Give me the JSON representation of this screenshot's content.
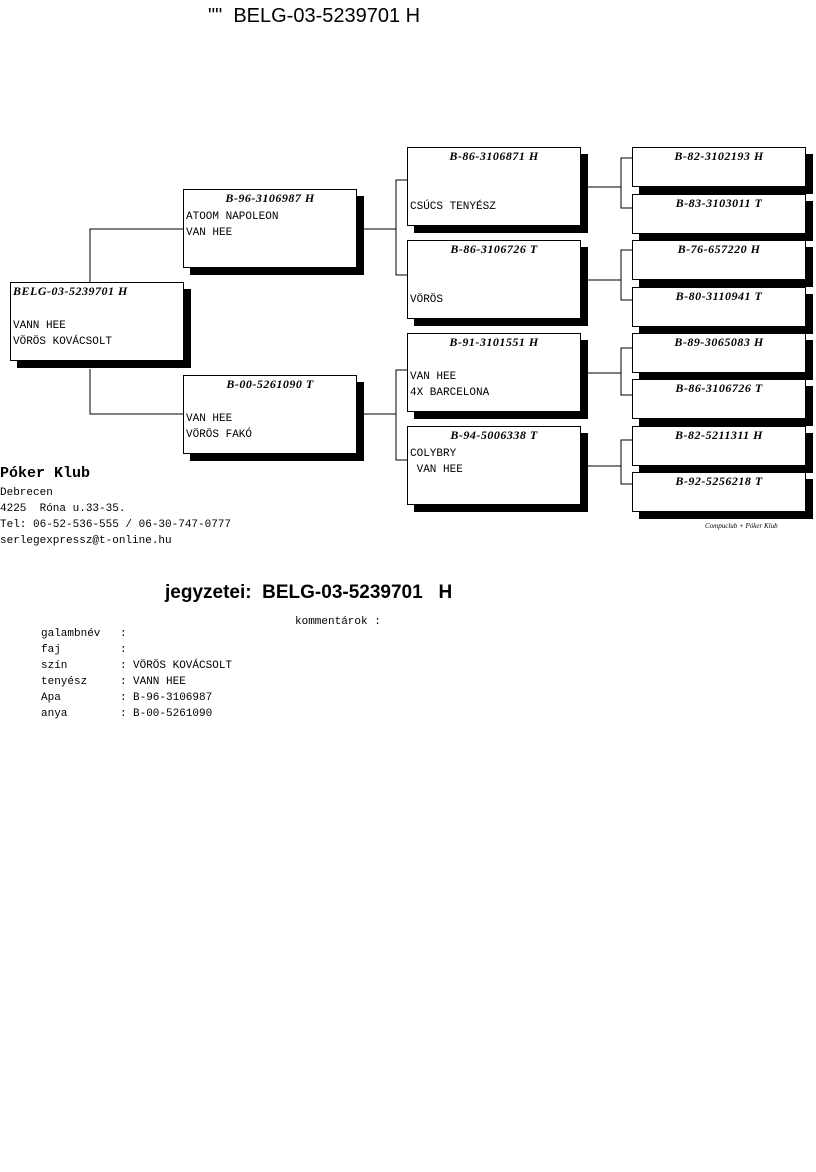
{
  "title": "\"\"  BELG-03-5239701 H",
  "subject": {
    "ring": "BELG-03-5239701 H",
    "lines": [
      "",
      "VANN HEE",
      "VÖRÖS KOVÁCSOLT"
    ]
  },
  "sire": {
    "ring": "B-96-3106987 H",
    "lines": [
      "ATOOM NAPOLEON",
      "VAN HEE"
    ]
  },
  "dam": {
    "ring": "B-00-5261090 T",
    "lines": [
      "",
      "VAN HEE",
      "VÖRÖS FAKÓ"
    ]
  },
  "gen3": [
    {
      "ring": "B-86-3106871 H",
      "lines": [
        "",
        "",
        "",
        "CSÚCS TENYÉSZ"
      ]
    },
    {
      "ring": "B-86-3106726 T",
      "lines": [
        "",
        "",
        "",
        "VÖRÖS"
      ]
    },
    {
      "ring": "B-91-3101551 H",
      "lines": [
        "",
        "",
        "VAN HEE",
        "4X BARCELONA"
      ]
    },
    {
      "ring": "B-94-5006338 T",
      "lines": [
        "COLYBRY",
        " VAN HEE"
      ]
    }
  ],
  "gen4": [
    {
      "ring": "B-82-3102193 H"
    },
    {
      "ring": "B-83-3103011 T"
    },
    {
      "ring": "B-76-657220 H"
    },
    {
      "ring": "B-80-3110941 T"
    },
    {
      "ring": "B-89-3065083 H"
    },
    {
      "ring": "B-86-3106726 T"
    },
    {
      "ring": "B-82-5211311 H"
    },
    {
      "ring": "B-92-5256218 T"
    }
  ],
  "club": {
    "name": "Póker Klub",
    "lines": [
      "Debrecen",
      "4225  Róna u.33-35.",
      "Tel: 06-52-536-555 / 06-30-747-0777",
      "serlegexpressz@t-online.hu"
    ]
  },
  "credit": "Compuclub + Póker Klub",
  "notes": {
    "title": "jegyzetei:  BELG-03-5239701   H",
    "comment_label": "kommentárok :",
    "rows": [
      {
        "label": "galambnév",
        "value": ""
      },
      {
        "label": "faj",
        "value": ""
      },
      {
        "label": "szín",
        "value": "VÖRÖS KOVÁCSOLT"
      },
      {
        "label": "tenyész",
        "value": "VANN HEE"
      },
      {
        "label": "Apa",
        "value": "B-96-3106987"
      },
      {
        "label": "anya",
        "value": "B-00-5261090"
      }
    ]
  }
}
